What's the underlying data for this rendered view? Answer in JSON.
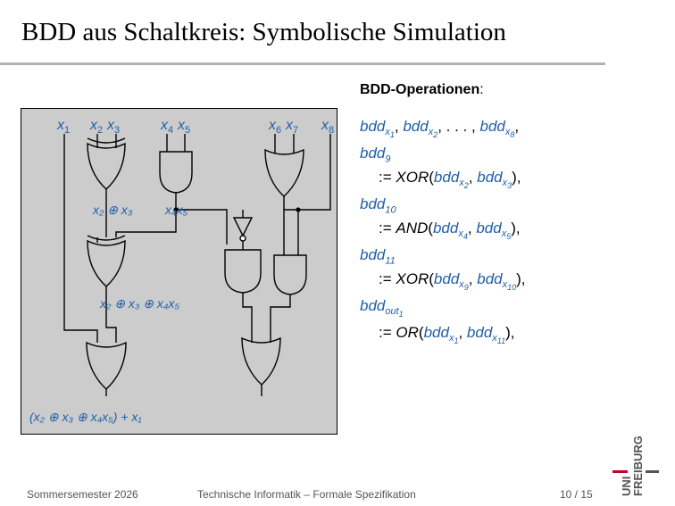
{
  "title": "BDD aus Schaltkreis: Symbolische Simulation",
  "ops_heading": "BDD-Operationen",
  "ops_heading_suffix": ":",
  "inputs": {
    "x1": "x",
    "x1_sub": "1",
    "x2": "x",
    "x2_sub": "2",
    "x3": "x",
    "x3_sub": "3",
    "x4": "x",
    "x4_sub": "4",
    "x5": "x",
    "x5_sub": "5",
    "x6": "x",
    "x6_sub": "6",
    "x7": "x",
    "x7_sub": "7",
    "x8": "x",
    "x8_sub": "8"
  },
  "wire_labels": {
    "xor23": "x₂ ⊕ x₃",
    "and45": "x₄x₅",
    "xor2345": "x₂ ⊕ x₃ ⊕ x₄x₅",
    "output": "(x₂ ⊕ x₃ ⊕ x₄x₅) + x₁"
  },
  "ops": {
    "line1": "bdd",
    "line1_subs": [
      "x1",
      "x2",
      "x8"
    ],
    "ellipsis": ", . . . ,",
    "bdd": "bdd",
    "n9": "9",
    "n10": "10",
    "n11": "11",
    "out": "out",
    "out_sub": "1",
    "assign": ":=",
    "xor": "XOR",
    "and": "AND",
    "or": "OR",
    "x": "x",
    "s1": "1",
    "s2": "2",
    "s3": "3",
    "s4": "4",
    "s5": "5",
    "s8": "8",
    "s9": "9",
    "s10": "10",
    "s11": "11"
  },
  "footer": {
    "left": "Sommersemester 2026",
    "center": "Technische Informatik – Formale Spezifikation",
    "page": "10 / 15"
  },
  "logo": {
    "uni": "UNI",
    "freiburg": "FREIBURG"
  },
  "colors": {
    "accent": "#1f5fa8",
    "panel": "#cccccc",
    "logo_red": "#c1002a"
  }
}
